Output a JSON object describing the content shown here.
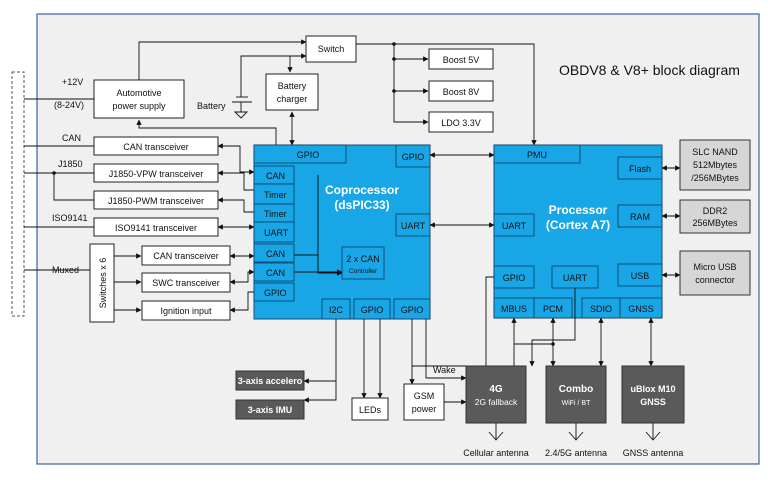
{
  "title": "OBDV8 & V8+ block diagram",
  "colors": {
    "frame": "#4a6ea9",
    "chip": "#19a6e6",
    "grey_block": "#d6d6d6",
    "dark_block": "#5a5a5a"
  },
  "left": {
    "v12": "+12V",
    "v_range": "(8-24V)",
    "can": "CAN",
    "j1850": "J1850",
    "iso9141": "ISO9141",
    "muxed": "Muxed",
    "battery": "Battery"
  },
  "blocks": {
    "switch": "Switch",
    "power_supply": [
      "Automotive",
      "power supply"
    ],
    "battery_charger": [
      "Battery",
      "charger"
    ],
    "boost5": "Boost 5V",
    "boost8": "Boost 8V",
    "ldo": "LDO 3.3V",
    "can_transceiver": "CAN transceiver",
    "vpw": "J1850-VPW transceiver",
    "pwm": "J1850-PWM transceiver",
    "iso": "ISO9141 transceiver",
    "switches": "Switches x 6",
    "can_transceiver2": "CAN transceiver",
    "swc": "SWC transceiver",
    "ignition": "Ignition input",
    "accel": "3-axis accelero",
    "imu": "3-axis IMU",
    "leds": "LEDs",
    "gsm_power": [
      "GSM",
      "power"
    ],
    "cell": [
      "4G",
      "2G fallback"
    ],
    "combo": [
      "Combo",
      "WiFi / BT"
    ],
    "ublox": [
      "uBlox M10",
      "GNSS"
    ],
    "nand": [
      "SLC NAND",
      "512Mbytes",
      "/256MBytes"
    ],
    "ddr": [
      "DDR2",
      "256MBytes"
    ],
    "usb_conn": [
      "Micro USB",
      "connector"
    ],
    "wake": "Wake"
  },
  "coprocessor": {
    "title": "Coprocessor",
    "subtitle": "(dsPIC33)",
    "pins": {
      "gpio_top_left": "GPIO",
      "gpio_top_right": "GPIO",
      "can1": "CAN",
      "timer1": "Timer",
      "timer2": "Timer",
      "uart_left": "UART",
      "can2": "CAN",
      "can3": "CAN",
      "gpio_left": "GPIO",
      "uart_right": "UART",
      "i2c": "I2C",
      "gpio_b1": "GPIO",
      "gpio_b2": "GPIO"
    },
    "can_ctrl": [
      "2 x CAN",
      "Controller"
    ]
  },
  "processor": {
    "title": "Processor",
    "subtitle": "(Cortex A7)",
    "pins": {
      "pmu": "PMU",
      "flash": "Flash",
      "ram": "RAM",
      "usb": "USB",
      "uart_left": "UART",
      "gpio": "GPIO",
      "uart": "UART",
      "mbus": "MBUS",
      "pcm": "PCM",
      "sdio": "SDIO",
      "gnss": "GNSS"
    }
  },
  "antennas": {
    "cellular": "Cellular antenna",
    "wifi": "2.4/5G antenna",
    "gnss": "GNSS antenna"
  }
}
